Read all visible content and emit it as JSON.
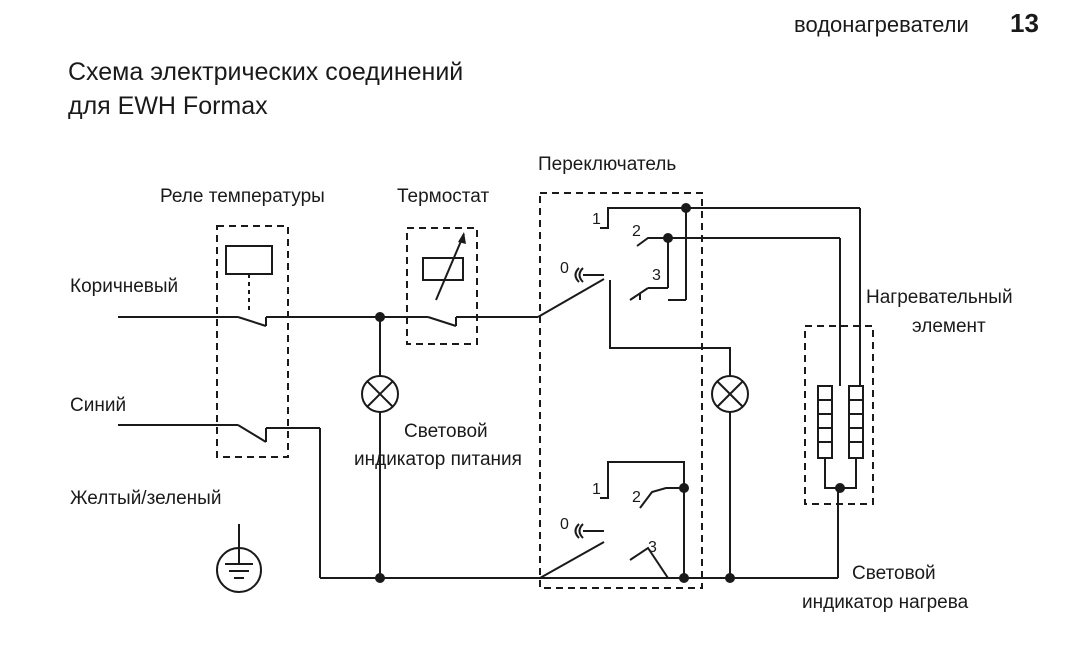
{
  "header": {
    "section": "водонагреватели",
    "page_number": "13"
  },
  "title": {
    "line1": "Схема электрических соединений",
    "line2": "для EWH Formax"
  },
  "labels": {
    "relay": "Реле температуры",
    "thermostat": "Термостат",
    "switch": "Переключатель",
    "heater_line1": "Нагревательный",
    "heater_line2": "элемент",
    "brown": "Коричневый",
    "blue": "Синий",
    "ground": "Желтый/зеленый",
    "power_led_line1": "Световой",
    "power_led_line2": "индикатор питания",
    "heat_led_line1": "Световой",
    "heat_led_line2": "индикатор нагрева"
  },
  "switch_positions": {
    "p0": "0",
    "p1": "1",
    "p2": "2",
    "p3": "3"
  }
}
